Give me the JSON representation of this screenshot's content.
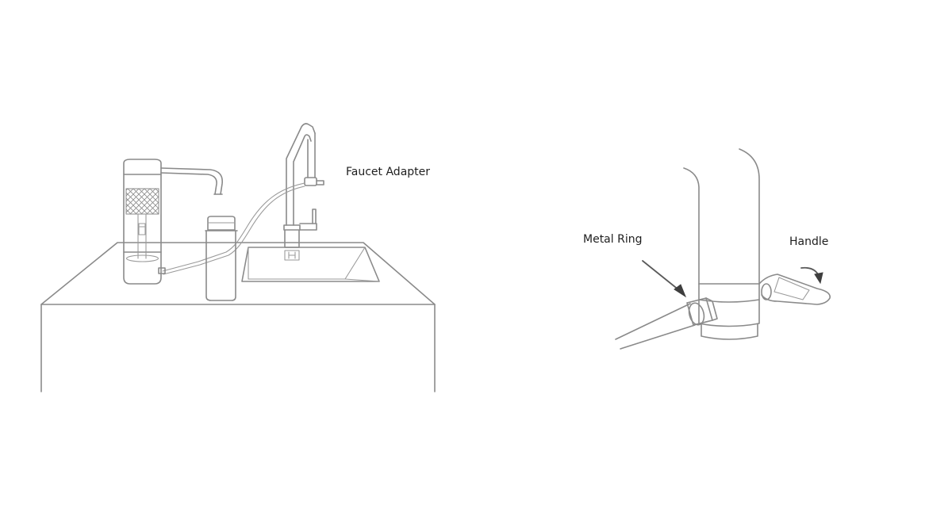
{
  "labels": {
    "faucet_adapter": "Faucet Adapter",
    "metal_ring": "Metal Ring",
    "handle": "Handle"
  },
  "colors": {
    "line": "#8a8a8a",
    "line_dark": "#5a5a5a",
    "text": "#1e1e1e",
    "background": "#ffffff"
  }
}
